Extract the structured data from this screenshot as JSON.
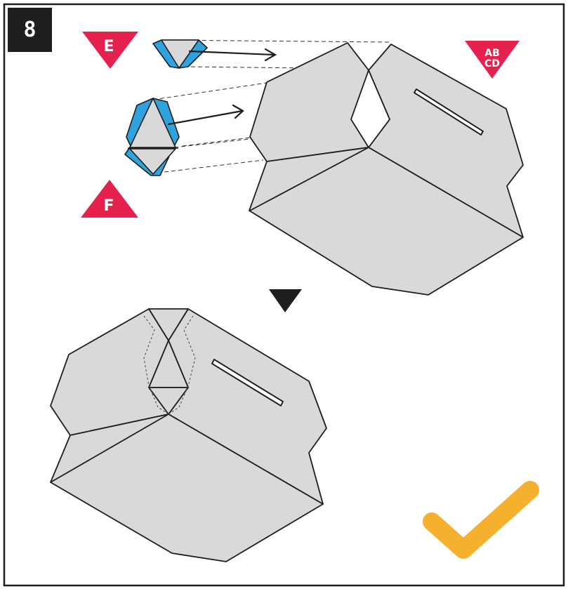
{
  "step": {
    "number": "8"
  },
  "labels": {
    "e": "E",
    "f": "F",
    "abcd_line1": "AB",
    "abcd_line2": "CD"
  },
  "colors": {
    "marker_red": "#e5224d",
    "part_blue": "#2fa3dd",
    "box_grey": "#d9d9d9",
    "outline": "#1e1e1e",
    "check_orange": "#f5b02e",
    "down_arrow": "#1e1e1e"
  },
  "icons": {
    "step_badge": "step-number-badge",
    "check": "checkmark-icon",
    "next": "down-arrow-icon"
  }
}
